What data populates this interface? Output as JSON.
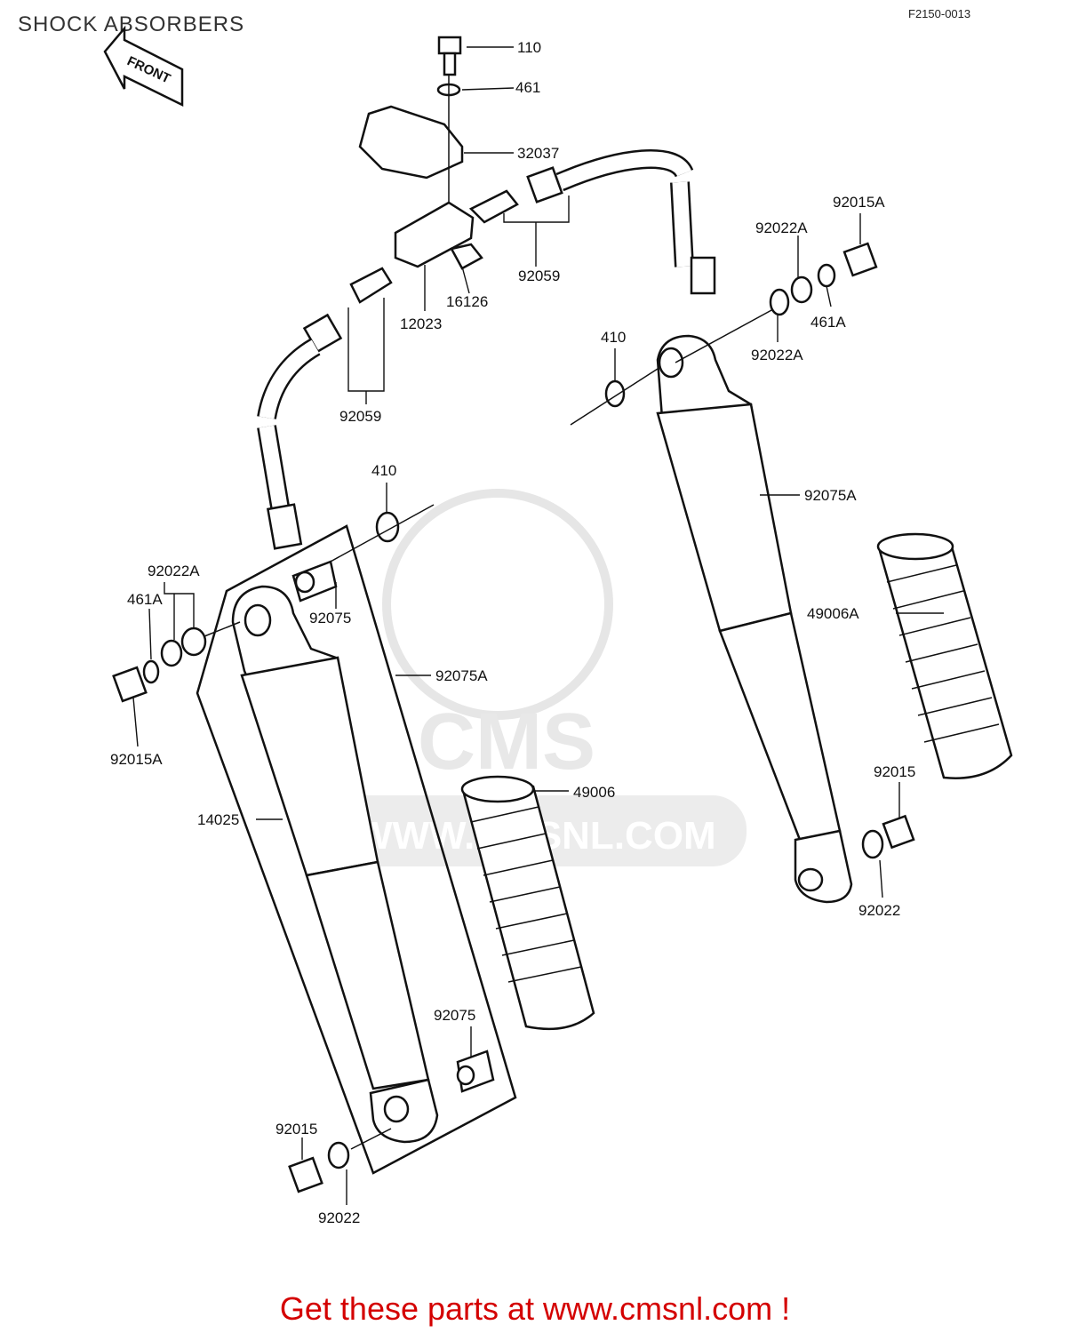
{
  "title": "SHOCK ABSORBERS",
  "diagram_code": "F2150-0013",
  "front_label": "FRONT",
  "watermark": {
    "brand": "CMS",
    "url": "WWW.CMSNL.COM"
  },
  "footer": "Get these parts at www.cmsnl.com !",
  "callouts": {
    "c110": "110",
    "c461": "461",
    "c32037": "32037",
    "c92059_top": "92059",
    "c16126": "16126",
    "c12023": "12023",
    "c92059_left": "92059",
    "c92015A_right": "92015A",
    "c92022A_right_top": "92022A",
    "c461A_right": "461A",
    "c92022A_right_bot": "92022A",
    "c410_right": "410",
    "c92075A_right": "92075A",
    "c49006A": "49006A",
    "c92015_right": "92015",
    "c92022_right": "92022",
    "c410_left": "410",
    "c92022A_left": "92022A",
    "c461A_left": "461A",
    "c92075_left_top": "92075",
    "c92075A_left": "92075A",
    "c92015A_left": "92015A",
    "c14025": "14025",
    "c49006": "49006",
    "c92075_left_bot": "92075",
    "c92015_left": "92015",
    "c92022_left": "92022"
  },
  "colors": {
    "footer": "#d40000",
    "line": "#111111",
    "watermark": "#e6e6e6"
  }
}
